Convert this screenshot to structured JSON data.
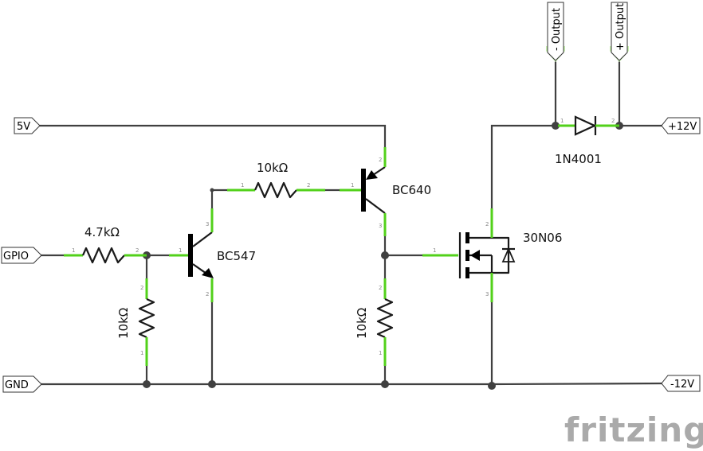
{
  "ports": {
    "five_v": "5V",
    "gpio": "GPIO",
    "gnd": "GND",
    "plus12": "+12V",
    "minus12": "-12V",
    "out_minus": "- Output",
    "out_plus": "+ Output"
  },
  "components": {
    "r_gpio": "4.7kΩ",
    "r_pulldown": "10kΩ",
    "r_base": "10kΩ",
    "r_gate": "10kΩ",
    "q_npn": "BC547",
    "q_pnp": "BC640",
    "mosfet": "30N06",
    "diode": "1N4001"
  },
  "pin_numbers": {
    "one": "1",
    "two": "2",
    "three": "3"
  },
  "brand": "fritzing",
  "colors": {
    "wire": "#404040",
    "lead": "#52d11a",
    "port_bg": "#c9f2b0",
    "brand": "#aaaaaa"
  }
}
